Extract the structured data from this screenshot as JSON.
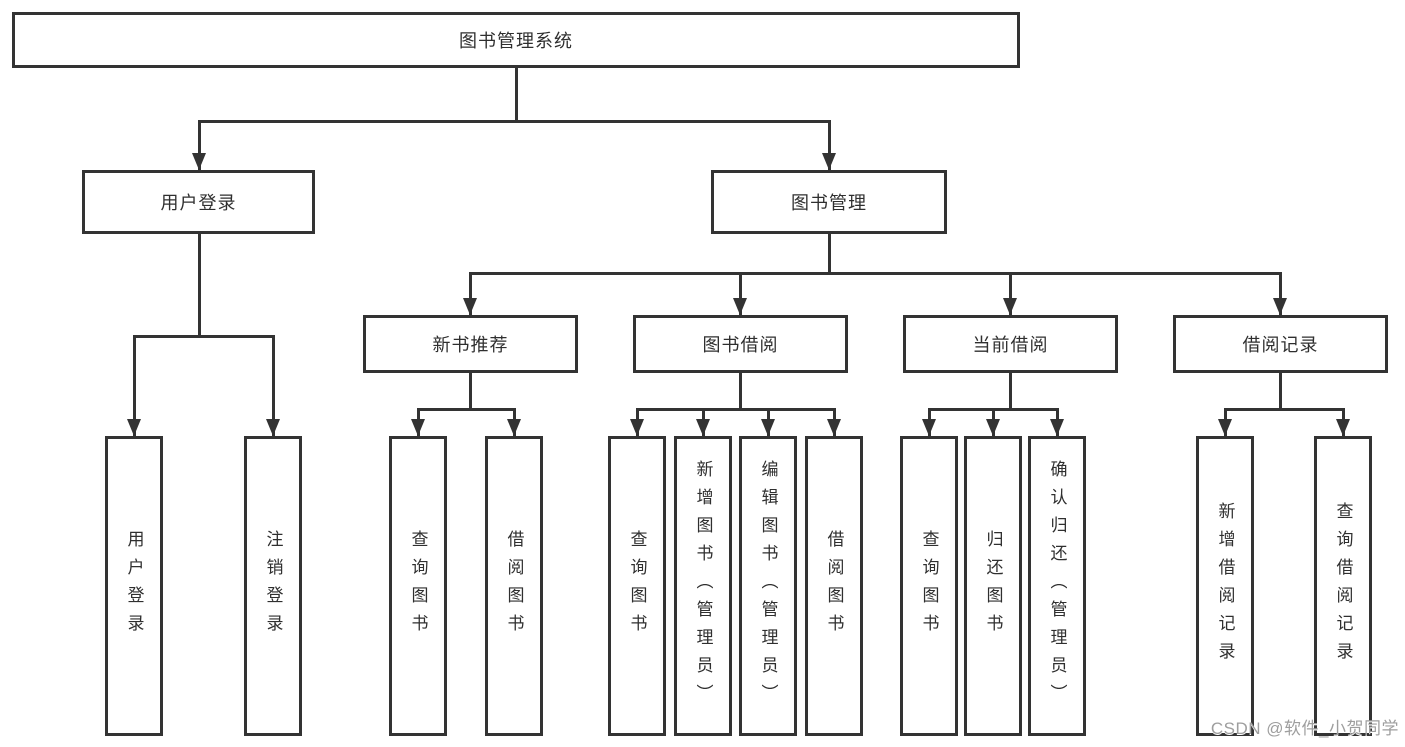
{
  "colors": {
    "line": "#333333",
    "box_bg": "#ffffff",
    "text": "#2f2f2f",
    "watermark": "#9e9e9e",
    "page_bg": "#ffffff"
  },
  "diagram": {
    "root": {
      "label": "图书管理系统"
    },
    "level2": {
      "user_login": {
        "label": "用户登录"
      },
      "book_mgmt": {
        "label": "图书管理"
      }
    },
    "level3": {
      "new_rec": {
        "label": "新书推荐"
      },
      "book_borrow": {
        "label": "图书借阅"
      },
      "curr_borrow": {
        "label": "当前借阅"
      },
      "borrow_rec": {
        "label": "借阅记录"
      }
    },
    "leaves": {
      "user_login": {
        "label": "用户登录"
      },
      "logout": {
        "label": "注销登录"
      },
      "query_book_newrec": {
        "label": "查询图书"
      },
      "borrow_book_newrec": {
        "label": "借阅图书"
      },
      "query_book_borrow": {
        "label": "查询图书"
      },
      "add_book": {
        "label": "新增图书（管理员）"
      },
      "edit_book": {
        "label": "编辑图书（管理员）"
      },
      "borrow_book_borrow": {
        "label": "借阅图书"
      },
      "query_book_curr": {
        "label": "查询图书"
      },
      "return_book": {
        "label": "归还图书"
      },
      "confirm_return": {
        "label": "确认归还（管理员）"
      },
      "add_borrow_record": {
        "label": "新增借阅记录"
      },
      "query_borrow_record": {
        "label": "查询借阅记录"
      }
    }
  },
  "watermark": {
    "text": "CSDN @软件_小贺同学"
  }
}
